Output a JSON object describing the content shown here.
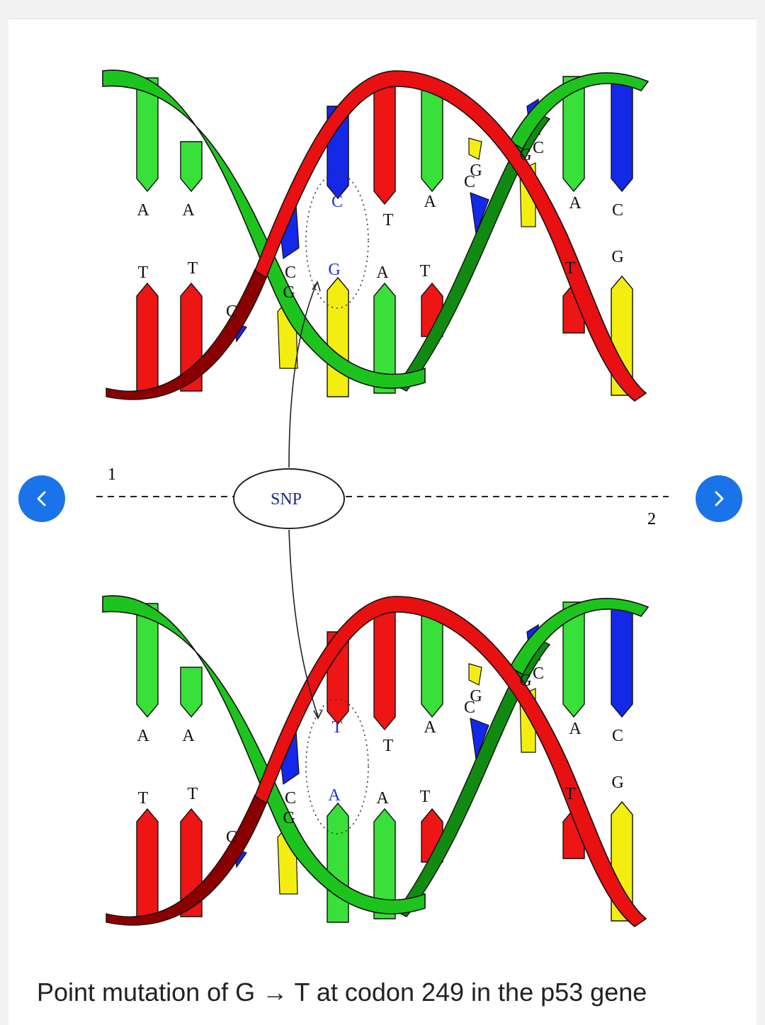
{
  "colors": {
    "strand_green": "#1ec41e",
    "strand_red": "#e81010",
    "A": "#39e039",
    "T": "#ee1515",
    "C": "#1428e8",
    "G": "#f4ee10",
    "nav_button": "#1a73e8",
    "highlight_text": "#2233cc"
  },
  "icons": {
    "prev": "chevron-left-icon",
    "next": "chevron-right-icon"
  },
  "labels": {
    "side_1": "1",
    "side_2": "2",
    "snp": "SNP"
  },
  "helix_top": {
    "pairs": [
      {
        "up": "A",
        "down": "T"
      },
      {
        "up": "A",
        "down": "T"
      },
      {
        "up": "C",
        "down": "G"
      },
      {
        "up": "T",
        "down": "A"
      },
      {
        "up": "A",
        "down": "T"
      },
      {
        "up": "A",
        "down": "T"
      },
      {
        "up": "C",
        "down": "G"
      }
    ],
    "mutated_pair": {
      "up": "C",
      "down": "G"
    },
    "near_cross_left": [
      "C",
      "C",
      "G"
    ],
    "near_cross_right": [
      "G",
      "C",
      "G",
      "C"
    ]
  },
  "helix_bottom": {
    "pairs": [
      {
        "up": "A",
        "down": "T"
      },
      {
        "up": "A",
        "down": "T"
      },
      {
        "up": "C",
        "down": "G"
      },
      {
        "up": "T",
        "down": "A"
      },
      {
        "up": "A",
        "down": "T"
      },
      {
        "up": "A",
        "down": "T"
      },
      {
        "up": "C",
        "down": "G"
      }
    ],
    "mutated_pair": {
      "up": "T",
      "down": "A"
    },
    "near_cross_left": [
      "C",
      "C",
      "G"
    ],
    "near_cross_right": [
      "G",
      "C",
      "G",
      "C"
    ]
  },
  "caption": "Point mutation of G → T at codon 249 in the p53 gene"
}
